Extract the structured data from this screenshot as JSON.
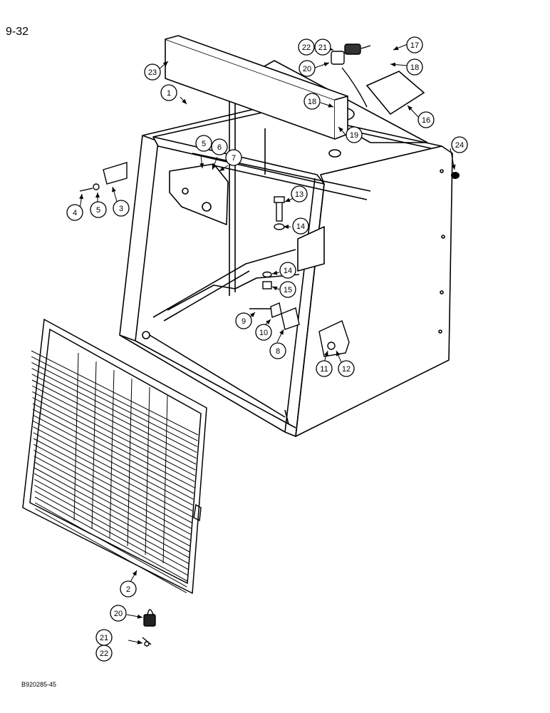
{
  "page": {
    "title": "9-32",
    "code": "B920285-45"
  },
  "callouts": [
    {
      "id": "c1",
      "label": "1"
    },
    {
      "id": "c2",
      "label": "2"
    },
    {
      "id": "c3",
      "label": "3"
    },
    {
      "id": "c4",
      "label": "4"
    },
    {
      "id": "c5a",
      "label": "5"
    },
    {
      "id": "c5b",
      "label": "5"
    },
    {
      "id": "c6",
      "label": "6"
    },
    {
      "id": "c7",
      "label": "7"
    },
    {
      "id": "c8",
      "label": "8"
    },
    {
      "id": "c9",
      "label": "9"
    },
    {
      "id": "c10",
      "label": "10"
    },
    {
      "id": "c11",
      "label": "11"
    },
    {
      "id": "c12",
      "label": "12"
    },
    {
      "id": "c13",
      "label": "13"
    },
    {
      "id": "c14a",
      "label": "14"
    },
    {
      "id": "c14b",
      "label": "14"
    },
    {
      "id": "c15",
      "label": "15"
    },
    {
      "id": "c16",
      "label": "16"
    },
    {
      "id": "c17",
      "label": "17"
    },
    {
      "id": "c18a",
      "label": "18"
    },
    {
      "id": "c18b",
      "label": "18"
    },
    {
      "id": "c19",
      "label": "19"
    },
    {
      "id": "c20a",
      "label": "20"
    },
    {
      "id": "c20b",
      "label": "20"
    },
    {
      "id": "c21a",
      "label": "21"
    },
    {
      "id": "c21b",
      "label": "21"
    },
    {
      "id": "c22a",
      "label": "22"
    },
    {
      "id": "c22b",
      "label": "22"
    },
    {
      "id": "c23",
      "label": "23"
    },
    {
      "id": "c24",
      "label": "24"
    }
  ]
}
